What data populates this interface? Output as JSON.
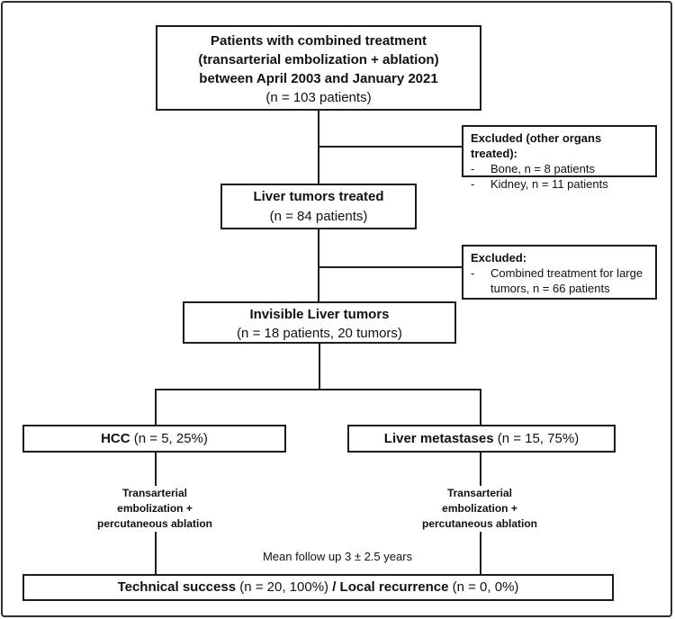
{
  "diagram": {
    "top_box": {
      "line1": "Patients with combined treatment",
      "line2": "(transarterial embolization + ablation)",
      "line3": "between April 2003 and January 2021",
      "line4": "(n = 103 patients)"
    },
    "excluded_organs_box": {
      "header": "Excluded (other organs treated):",
      "marker": "-",
      "items": [
        "Bone, n = 8 patients",
        "Kidney, n = 11 patients"
      ]
    },
    "liver_treated_box": {
      "title": "Liver tumors treated",
      "subtitle": "(n = 84 patients)"
    },
    "excluded_large_box": {
      "header": "Excluded:",
      "marker": "-",
      "items": [
        "Combined treatment for large tumors, n = 66 patients"
      ]
    },
    "invisible_box": {
      "title": "Invisible Liver tumors",
      "subtitle": "(n = 18 patients, 20 tumors)"
    },
    "hcc_box": {
      "title": "HCC",
      "value": "(n = 5, 25%)"
    },
    "metastases_box": {
      "title": "Liver metastases",
      "value": "(n = 15, 75%)"
    },
    "left_treatment_label": {
      "line1": "Transarterial",
      "line2": "embolization +",
      "line3": "percutaneous ablation"
    },
    "right_treatment_label": {
      "line1": "Transarterial",
      "line2": "embolization +",
      "line3": "percutaneous ablation"
    },
    "followup_label": "Mean follow up 3 ± 2.5 years",
    "outcome_box": {
      "success_label": "Technical success",
      "success_value": "(n = 20, 100%)",
      "separator": "/",
      "recurrence_label": "Local recurrence",
      "recurrence_value": "(n = 0, 0%)"
    },
    "colors": {
      "line": "#1c1c1c",
      "text": "#111111",
      "background": "#ffffff"
    }
  }
}
